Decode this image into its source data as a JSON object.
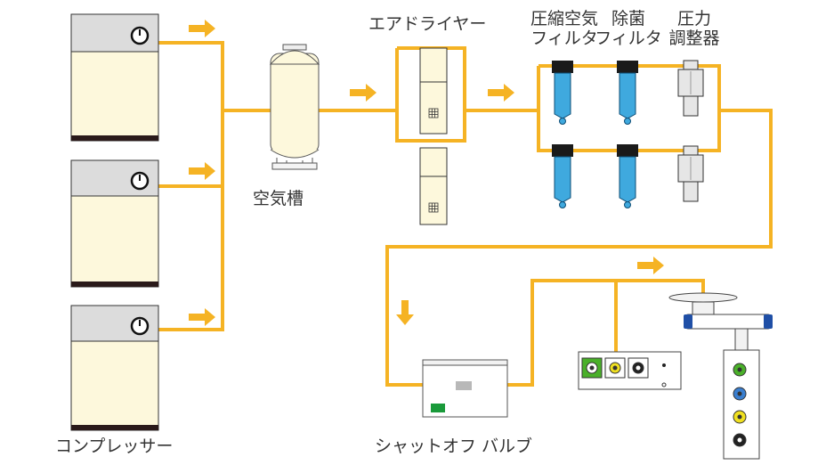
{
  "labels": {
    "compressor": "コンプレッサー",
    "air_tank": "空気槽",
    "air_dryer": "エアドライヤー",
    "compressed_air_filter_line1": "圧縮空気",
    "compressed_air_filter_line2": "フィルタ",
    "sterile_filter_line1": "除菌",
    "sterile_filter_line2": "フィルタ",
    "pressure_regulator_line1": "圧力",
    "pressure_regulator_line2": "調整器",
    "shutoff_valve": "シャットオフ バルブ"
  },
  "colors": {
    "pipe": "#f5b324",
    "compressor_body": "#fdf8dc",
    "compressor_top": "#dcdcdc",
    "compressor_base": "#2a1a1a",
    "filter_blue": "#3fa9de",
    "text": "#333333"
  }
}
